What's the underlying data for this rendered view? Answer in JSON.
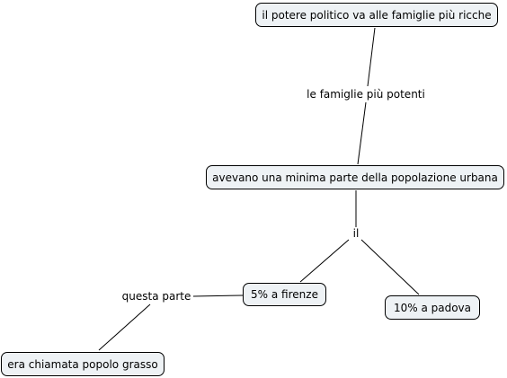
{
  "diagram": {
    "nodes": {
      "n1": "il potere politico va alle famiglie più ricche",
      "n2": "avevano una minima parte della popolazione urbana",
      "n3": "5% a firenze",
      "n4": "10% a padova",
      "n5": "era chiamata popolo grasso"
    },
    "links": {
      "l1": "le famiglie più potenti",
      "l2": "il",
      "l3": "questa parte"
    }
  }
}
